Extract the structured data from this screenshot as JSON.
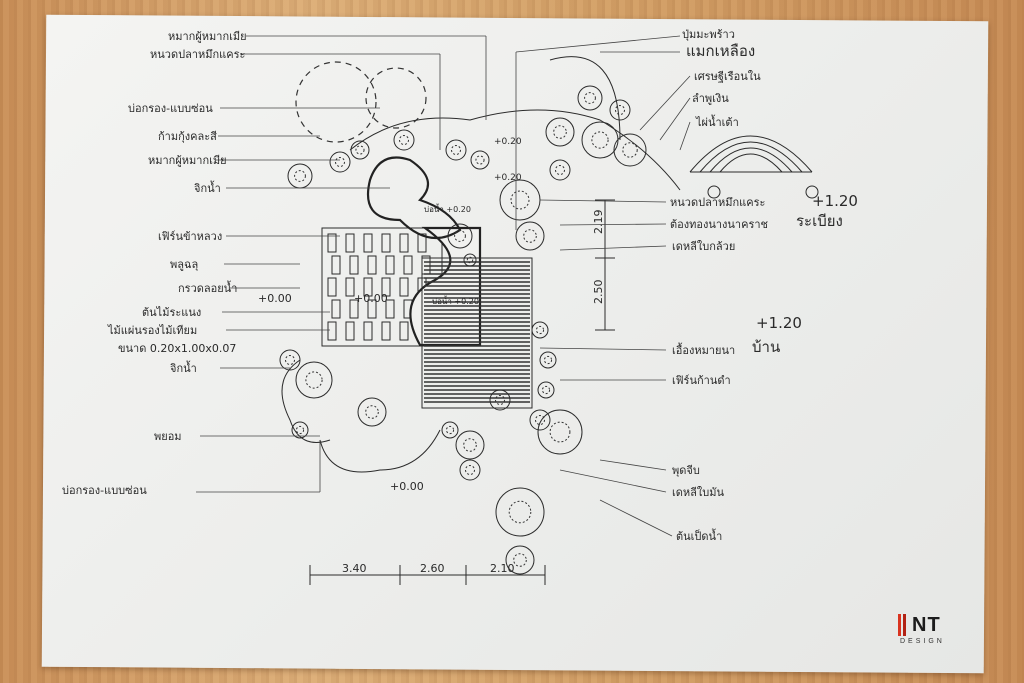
{
  "labels_left": [
    "หมากผู้หมากเมีย",
    "หนวดปลาหมึกแคระ",
    "บ่อกรอง-แบบซ่อน",
    "ก้ามกุ้งคละสี",
    "หมากผู้หมากเมีย",
    "จิกน้ำ",
    "เฟิร์นข้าหลวง",
    "พลูฉลุ",
    "กรวดลอยน้ำ",
    "ต้นไม้ระแนง",
    "ไม้แผ่นรองไม้เทียม",
    "ขนาด 0.20x1.00x0.07",
    "จิกน้ำ",
    "พยอม",
    "บ่อกรอง-แบบซ่อน"
  ],
  "labels_right": [
    "ปุ่มมะพร้าว",
    "แมกเหลือง",
    "เศรษฐีเรือนใน",
    "ลำพูเงิน",
    "ไผ่น้ำเต้า",
    "หนวดปลาหมึกแคระ",
    "ต้องทองนางนาคราช",
    "เดหลีใบกล้วย",
    "เอื้องหมายนา",
    "เฟิร์นก้านดำ",
    "พุดจีบ",
    "เดหลีใบมัน",
    "ต้นเป็ดน้ำ"
  ],
  "right_annotations": {
    "level_top": "+1.20",
    "terrace": "ระเบียง",
    "level_house": "+1.20",
    "house": "บ้าน"
  },
  "plan_annotations": {
    "level_left": "+0.00",
    "level_center": "+0.00",
    "level_bottom": "+0.00",
    "pond_a": "บ่อน้ำ +0.20",
    "pond_b": "บ่อน้ำ +0.20",
    "top_level": "+0.20",
    "mid_level": "+0.20"
  },
  "dimensions": {
    "bottom": [
      "3.40",
      "2.60",
      "2.10"
    ],
    "right_upper": "2.19",
    "right_lower": "2.50"
  },
  "logo": {
    "mark": "NT",
    "sub": "DESIGN"
  }
}
